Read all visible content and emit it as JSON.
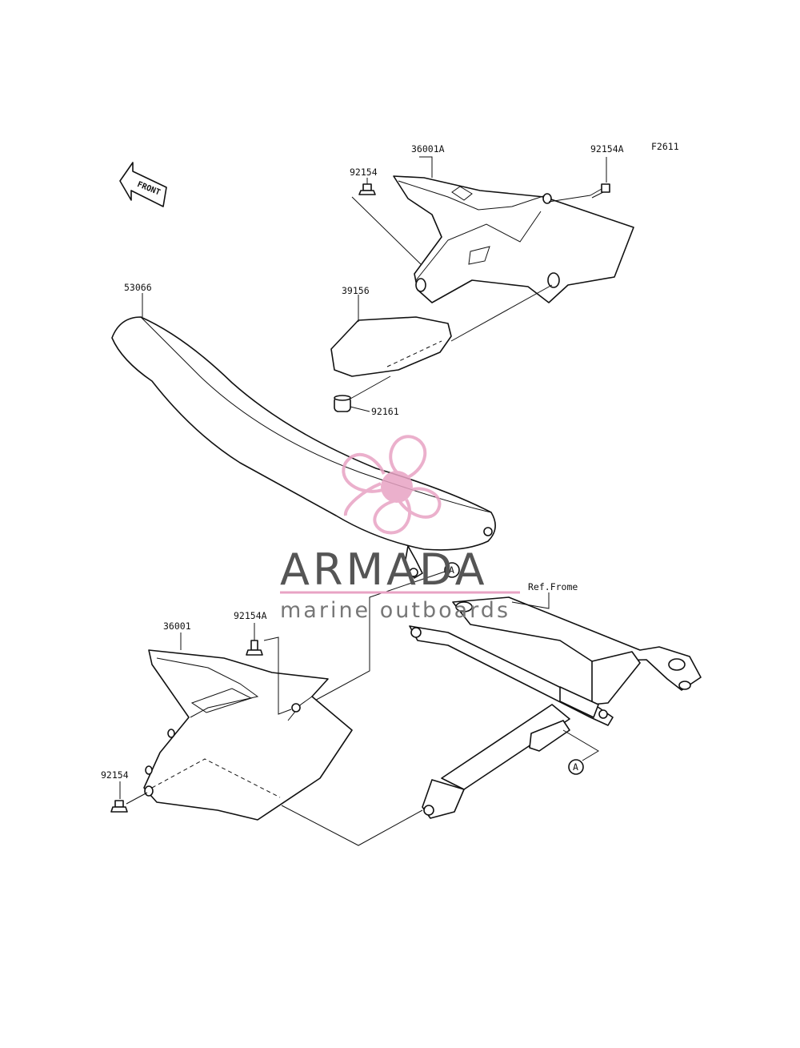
{
  "figure_code": "F2611",
  "front_arrow": {
    "text": "FRONT",
    "icon": "front-arrow-icon"
  },
  "callouts": {
    "seat": "53066",
    "right_side_cover": "36001A",
    "left_side_cover": "36001",
    "bolt_upper_left": "92154",
    "bolt_upper_right": "92154A",
    "bolt_lower_upper": "92154A",
    "bolt_lower_left": "92154",
    "emblem_pad": "39156",
    "damper": "92161",
    "frame_ref": "Ref.Frome"
  },
  "reference_marks": {
    "a_seat": "A",
    "a_frame": "A"
  },
  "watermark": {
    "brand": "ARMADA",
    "tagline": "marine outboards",
    "logo": "propeller-logo-icon",
    "accent_color": "#e8a3c4",
    "text_color": "#555555"
  }
}
